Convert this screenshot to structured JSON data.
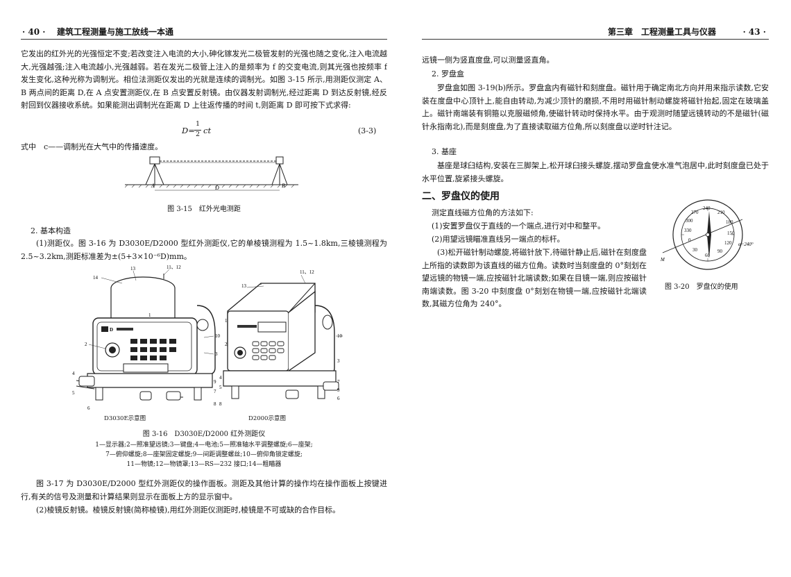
{
  "left_page": {
    "page_number": "· 40 ·",
    "book_title": "建筑工程测量与施工放线一本通",
    "para1": "它发出的红外光的光强恒定不变;若改变注入电流的大小,砷化镓发光二极管发射的光强也随之变化,注入电流越大,光强越强;注入电流越小,光强越弱。若在发光二极管上注入的是频率为 f 的交变电流,则其光强也按频率 f 发生变化,这种光称为调制光。相位法测距仪发出的光就是连续的调制光。如图 3-15 所示,用测距仪测定 A、B 两点间的距离 D,在 A 点安置测距仪,在 B 点安置反射镜。由仪器发射调制光,经过距离 D 到达反射镜,经反射回到仪器接收系统。如果能测出调制光在距离 D 上往返传播的时间 t,则距离 D 即可按下式求得:",
    "formula_lhs": "D=",
    "formula_num": "1",
    "formula_den": "2",
    "formula_rhs": "ct",
    "eq_number": "(3-3)",
    "where_text": "式中　c——调制光在大气中的传播速度。",
    "fig315": {
      "label_A": "A",
      "label_B": "B",
      "label_D": "D",
      "caption": "图 3-15　红外光电测距"
    },
    "section2": "2. 基本构造",
    "para_cejuyi": "(1)测距仪。图 3-16 为 D3030E/D2000 型红外测距仪,它的单棱镜测程为 1.5~1.8km,三棱镜测程为 2.5~3.2km,测距标准差为±(5+3×10⁻⁶D)mm。",
    "fig316": {
      "left_name": "D3030E示意图",
      "right_name": "D2000示意图",
      "caption": "图 3-16　D3030E/D2000 红外测距仪",
      "legend_line1": "1—显示器;2—照准望远镜;3—键盘;4—电池;5—照准轴水平调整螺旋;6—座架;",
      "legend_line2": "7—俯仰螺旋;8—座架固定螺旋;9—间距调整螺丝;10—俯仰角锁定螺旋;",
      "legend_line3": "11—物镜;12—物镜罩;13—RS—232 接口;14—粗瞄器",
      "brand": "D",
      "callouts_left": [
        "14",
        "13",
        "11、12",
        "1",
        "2",
        "10",
        "3",
        "4",
        "5",
        "6",
        "9",
        "7",
        "8"
      ],
      "callouts_right": [
        "13",
        "11、12",
        "1",
        "10",
        "2",
        "3",
        "4",
        "5",
        "8",
        "7",
        "9",
        "6"
      ]
    },
    "para_panel": "图 3-17 为 D3030E/D2000 型红外测距仪的操作面板。测距及其他计算的操作均在操作面板上按键进行,有关的信号及测量和计算结果则显示在面板上方的显示窗中。",
    "para_prism": "(2)棱镜反射镜。棱镜反射镜(简称棱镜),用红外测距仪测距时,棱镜是不可或缺的合作目标。"
  },
  "right_page": {
    "chapter": "第三章　工程测量工具与仪器",
    "page_number": "· 43 ·",
    "para_top": "远镜一侧为竖直度盘,可以测量竖直角。",
    "h_luopanhe": "2. 罗盘盒",
    "para_luopanhe": "罗盘盒如图 3-19(b)所示。罗盘盒内有磁针和刻度盘。磁针用于确定南北方向并用来指示读数,它安装在度盘中心顶针上,能自由转动,为减少顶针的磨损,不用时用磁针制动螺旋将磁针抬起,固定在玻璃盖上。磁针南端装有铜箍以克服磁倾角,使磁针转动时保持水平。由于观测时随望远镜转动的不是磁针(磁针永指南北),而是刻度盘,为了直接读取磁方位角,所以刻度盘以逆时针注记。",
    "h_jizuo": "3. 基座",
    "para_jizuo": "基座是球臼结构,安装在三脚架上,松开球臼接头螺旋,摆动罗盘盒使水准气泡居中,此时刻度盘已处于水平位置,旋紧接头螺旋。",
    "section_title": "二、罗盘仪的使用",
    "intro": "测定直线磁方位角的方法如下:",
    "step1": "(1)安置罗盘仪于直线的一个端点,进行对中和整平。",
    "step2": "(2)用望远镜瞄准直线另一端点的标杆。",
    "step3": "(3)松开磁针制动螺旋,将磁针放下,待磁针静止后,磁针在刻度盘上所指的读数即为该直线的磁方位角。读数时当刻度盘的 0°刻划在望远镜的物镜一端,应按磁针北端读数;如果在目镜一端,则应按磁针南端读数。图 3-20 中刻度盘 0°刻划在物镜一端,应按磁针北端读数,其磁方位角为 240°。",
    "fig320": {
      "caption": "图 3-20　罗盘仪的使用",
      "dial_numbers": [
        "240",
        "210",
        "180",
        "150",
        "120",
        "90",
        "60",
        "30",
        "0",
        "330",
        "300",
        "270"
      ],
      "alpha_label": "α=240°",
      "m_label": "M"
    }
  }
}
